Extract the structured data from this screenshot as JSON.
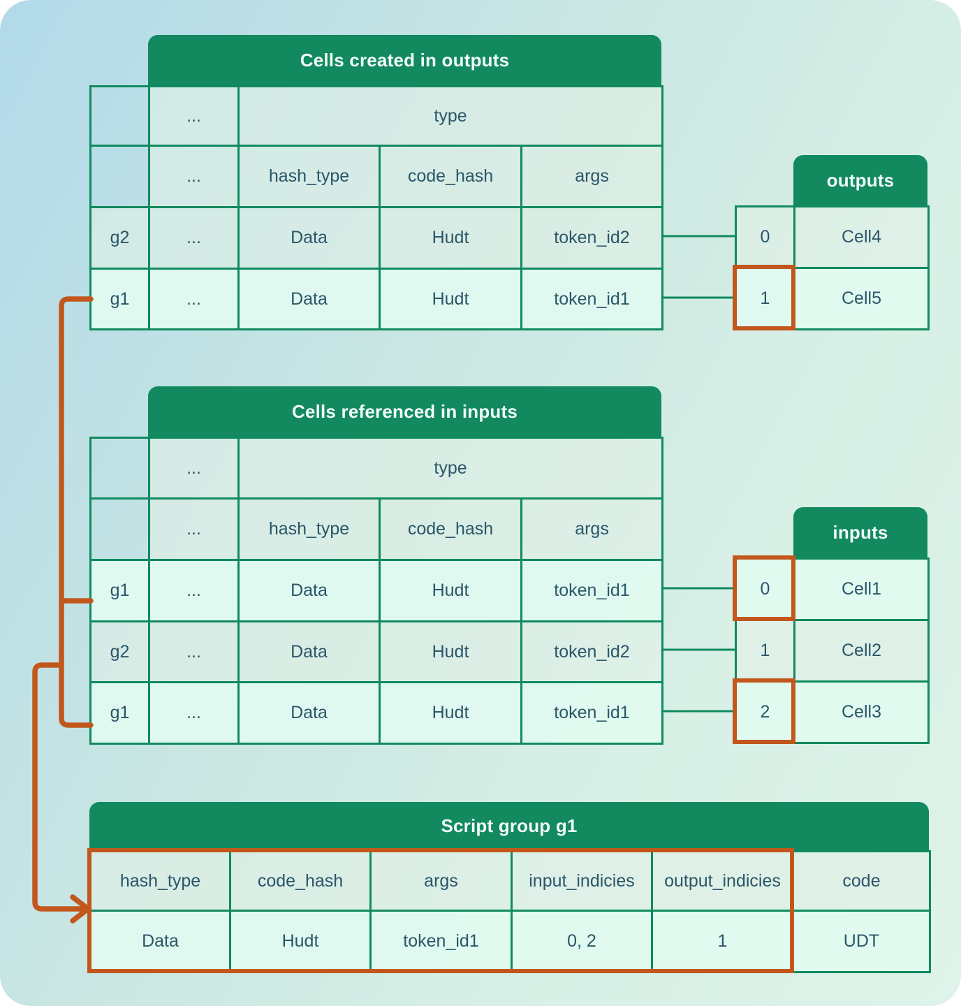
{
  "colors": {
    "bg_start": "#b2dae9",
    "bg_mid": "#c9e6e2",
    "bg_end": "#def3e9",
    "header_green": "#12895f",
    "border_green": "#0f8a5e",
    "accent_orange": "#c2571d",
    "text_dark": "#2b5669",
    "header_text": "#f0faf5",
    "row_muted": "rgba(226,240,231,0.62)",
    "row_highlight": "rgba(224,250,240,0.95)"
  },
  "ellipsis": "...",
  "outputs_section": {
    "table_title": "Cells created in outputs",
    "type_header": "type",
    "columns": [
      "hash_type",
      "code_hash",
      "args"
    ],
    "rows": [
      {
        "group": "g2",
        "hash_type": "Data",
        "code_hash": "Hudt",
        "args": "token_id2",
        "highlighted": false
      },
      {
        "group": "g1",
        "hash_type": "Data",
        "code_hash": "Hudt",
        "args": "token_id1",
        "highlighted": true
      }
    ],
    "index_table": {
      "title": "outputs",
      "rows": [
        {
          "index": "0",
          "cell": "Cell4",
          "highlighted": false
        },
        {
          "index": "1",
          "cell": "Cell5",
          "highlighted": true
        }
      ]
    }
  },
  "inputs_section": {
    "table_title": "Cells referenced in inputs",
    "type_header": "type",
    "columns": [
      "hash_type",
      "code_hash",
      "args"
    ],
    "rows": [
      {
        "group": "g1",
        "hash_type": "Data",
        "code_hash": "Hudt",
        "args": "token_id1",
        "highlighted": true
      },
      {
        "group": "g2",
        "hash_type": "Data",
        "code_hash": "Hudt",
        "args": "token_id2",
        "highlighted": false
      },
      {
        "group": "g1",
        "hash_type": "Data",
        "code_hash": "Hudt",
        "args": "token_id1",
        "highlighted": true
      }
    ],
    "index_table": {
      "title": "inputs",
      "rows": [
        {
          "index": "0",
          "cell": "Cell1",
          "highlighted": true
        },
        {
          "index": "1",
          "cell": "Cell2",
          "highlighted": false
        },
        {
          "index": "2",
          "cell": "Cell3",
          "highlighted": true
        }
      ]
    }
  },
  "script_group": {
    "title": "Script group g1",
    "columns": [
      "hash_type",
      "code_hash",
      "args",
      "input_indicies",
      "output_indicies",
      "code"
    ],
    "values": [
      "Data",
      "Hudt",
      "token_id1",
      "0, 2",
      "1",
      "UDT"
    ],
    "outlined": true
  }
}
